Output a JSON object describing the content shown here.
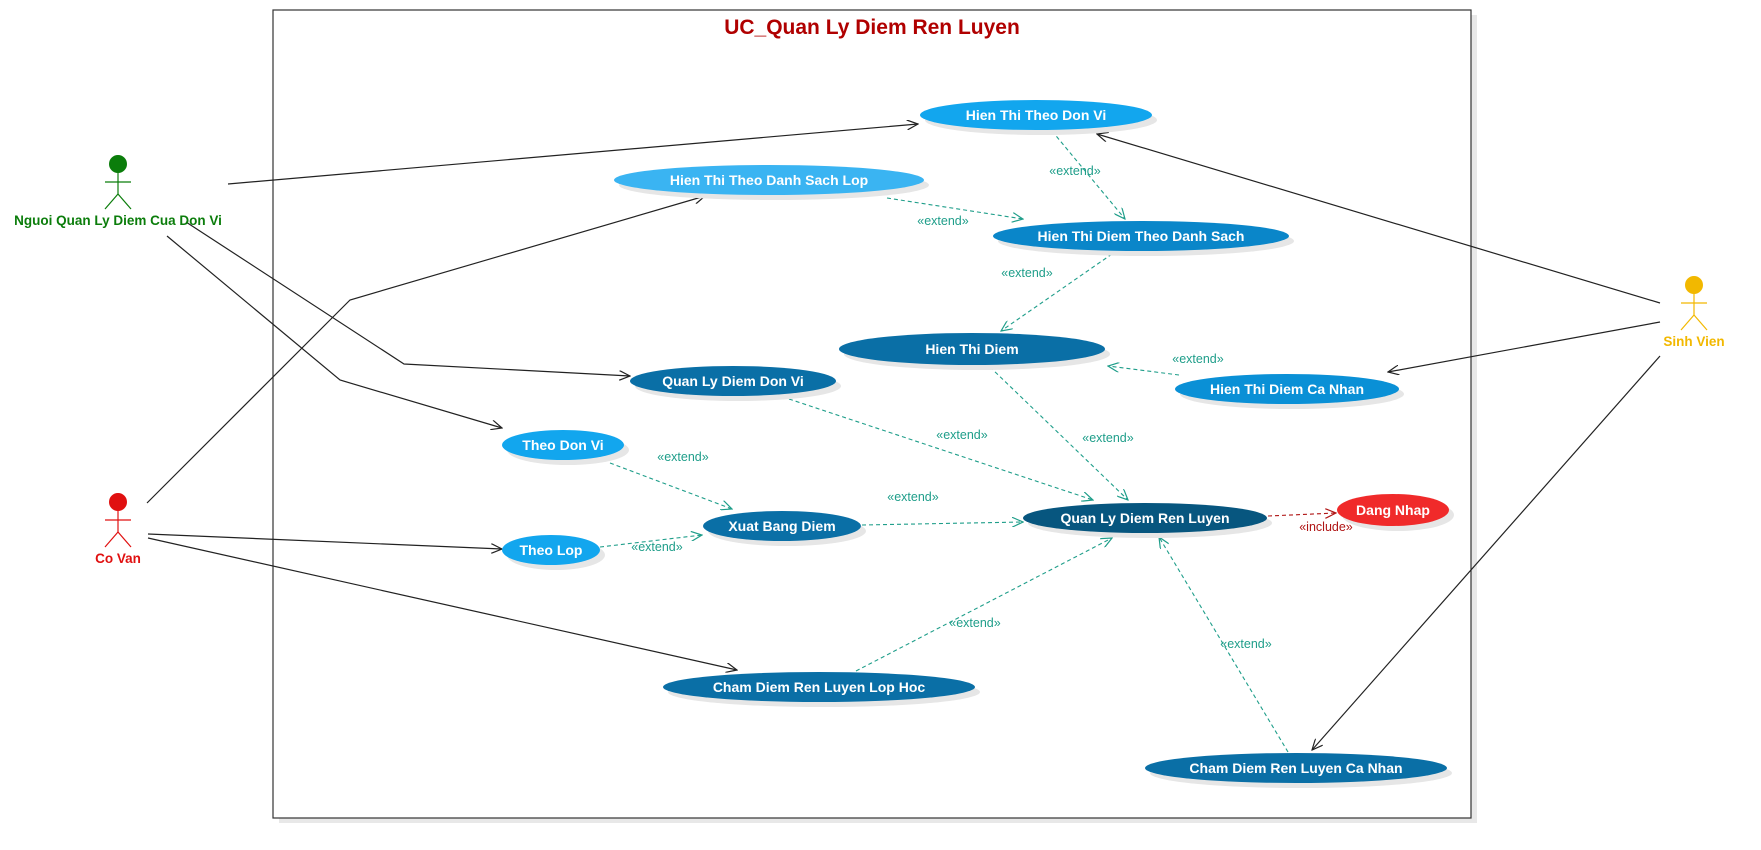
{
  "diagram": {
    "title": "UC_Quan Ly Diem Ren Luyen",
    "colors": {
      "title": "#b00000",
      "extend": "#1f9e8a",
      "include": "#b01515",
      "association": "#222222",
      "boundary": "#333333"
    },
    "actors": [
      {
        "id": "nql",
        "name": "Nguoi Quan Ly Diem Cua Don Vi",
        "color": "#0b7d0b"
      },
      {
        "id": "cv",
        "name": "Co Van",
        "color": "#e01010"
      },
      {
        "id": "sv",
        "name": "Sinh Vien",
        "color": "#f2b800"
      }
    ],
    "use_cases": [
      {
        "id": "httdv",
        "label": "Hien Thi Theo Don Vi",
        "color": "#12a6ee"
      },
      {
        "id": "httdsl",
        "label": "Hien Thi Theo Danh Sach Lop",
        "color": "#3ab4f2"
      },
      {
        "id": "htdtds",
        "label": "Hien Thi Diem Theo Danh Sach",
        "color": "#0a86c9"
      },
      {
        "id": "htd",
        "label": "Hien Thi Diem",
        "color": "#0a6fa6"
      },
      {
        "id": "htdcn",
        "label": "Hien Thi Diem Ca Nhan",
        "color": "#0a90d6"
      },
      {
        "id": "qlddv",
        "label": "Quan Ly Diem Don Vi",
        "color": "#0a6fa6"
      },
      {
        "id": "tdv",
        "label": "Theo Don Vi",
        "color": "#12a6ee"
      },
      {
        "id": "tl",
        "label": "Theo Lop",
        "color": "#12a6ee"
      },
      {
        "id": "xbd",
        "label": "Xuat Bang Diem",
        "color": "#0a6fa6"
      },
      {
        "id": "qldrl",
        "label": "Quan Ly Diem Ren Luyen",
        "color": "#07567f"
      },
      {
        "id": "dn",
        "label": "Dang Nhap",
        "color": "#f02a2a"
      },
      {
        "id": "cdrllh",
        "label": "Cham Diem Ren Luyen Lop Hoc",
        "color": "#0a6fa6"
      },
      {
        "id": "cdrlcn",
        "label": "Cham Diem Ren Luyen Ca Nhan",
        "color": "#0a6fa6"
      }
    ],
    "associations": [
      {
        "from": "nql",
        "to": "httdv"
      },
      {
        "from": "nql",
        "to": "qlddv"
      },
      {
        "from": "nql",
        "to": "tdv"
      },
      {
        "from": "cv",
        "to": "httdsl"
      },
      {
        "from": "cv",
        "to": "tl"
      },
      {
        "from": "cv",
        "to": "cdrllh"
      },
      {
        "from": "sv",
        "to": "httdv"
      },
      {
        "from": "sv",
        "to": "htdcn"
      },
      {
        "from": "sv",
        "to": "cdrlcn"
      }
    ],
    "relations": [
      {
        "from": "httdv",
        "to": "htdtds",
        "type": "extend",
        "label": "«extend»"
      },
      {
        "from": "httdsl",
        "to": "htdtds",
        "type": "extend",
        "label": "«extend»"
      },
      {
        "from": "htdtds",
        "to": "htd",
        "type": "extend",
        "label": "«extend»"
      },
      {
        "from": "htdcn",
        "to": "htd",
        "type": "extend",
        "label": "«extend»"
      },
      {
        "from": "htd",
        "to": "qldrl",
        "type": "extend",
        "label": "«extend»"
      },
      {
        "from": "qlddv",
        "to": "qldrl",
        "type": "extend",
        "label": "«extend»"
      },
      {
        "from": "tdv",
        "to": "xbd",
        "type": "extend",
        "label": "«extend»"
      },
      {
        "from": "tl",
        "to": "xbd",
        "type": "extend",
        "label": "«extend»"
      },
      {
        "from": "xbd",
        "to": "qldrl",
        "type": "extend",
        "label": "«extend»"
      },
      {
        "from": "cdrllh",
        "to": "qldrl",
        "type": "extend",
        "label": "«extend»"
      },
      {
        "from": "cdrlcn",
        "to": "qldrl",
        "type": "extend",
        "label": "«extend»"
      },
      {
        "from": "qldrl",
        "to": "dn",
        "type": "include",
        "label": "«include»"
      }
    ]
  }
}
